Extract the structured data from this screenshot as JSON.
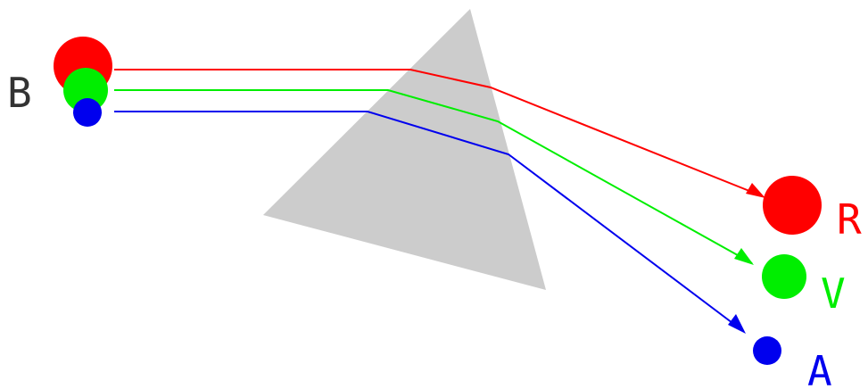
{
  "source_label": {
    "text": "B",
    "color": "#333333"
  },
  "prism": {
    "color": "#cccccc"
  },
  "rays": [
    {
      "name": "red",
      "color": "#ff0000",
      "label": "R"
    },
    {
      "name": "green",
      "color": "#00ee00",
      "label": "V"
    },
    {
      "name": "blue",
      "color": "#0000ee",
      "label": "A"
    }
  ]
}
